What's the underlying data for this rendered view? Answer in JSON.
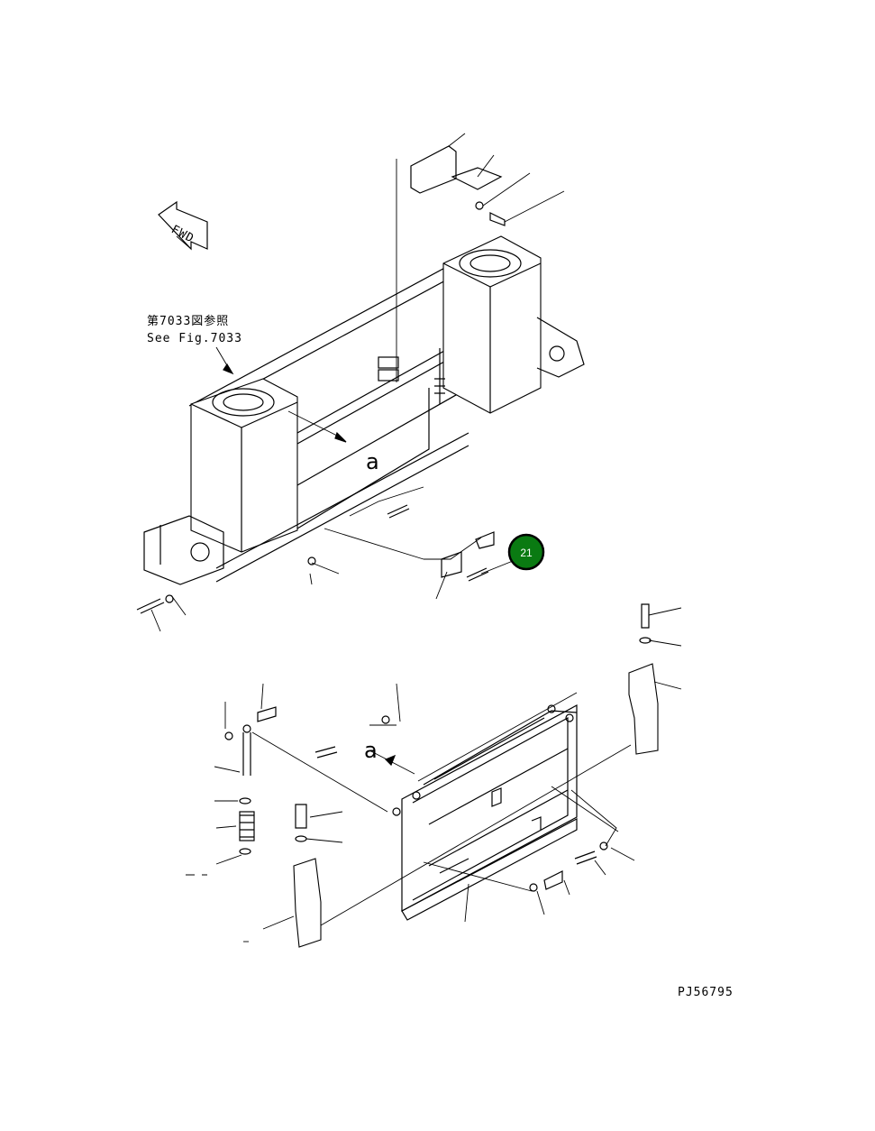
{
  "labels": {
    "fwd": "FWD",
    "ref_jp": "第7033図参照",
    "ref_en": "See Fig.7033",
    "section_a_top": "a",
    "section_a_bottom": "a",
    "drawing_no": "PJ56795"
  },
  "callout": {
    "number": "21",
    "color": "#0a7a12",
    "border": "#000000"
  }
}
